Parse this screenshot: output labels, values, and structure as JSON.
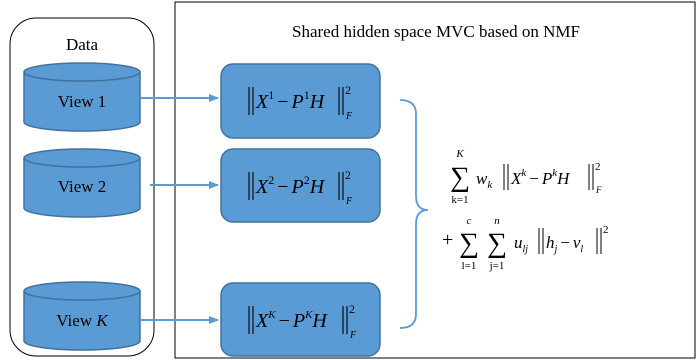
{
  "data_panel": {
    "title": "Data",
    "views": [
      {
        "label": "View 1"
      },
      {
        "label": "View 2"
      },
      {
        "label_prefix": "View ",
        "label_var": "K"
      }
    ]
  },
  "model_panel": {
    "title": "Shared hidden space MVC based on NMF",
    "terms": [
      {
        "X": "X",
        "X_sup": "1",
        "P": "P",
        "P_sup": "1",
        "H": "H",
        "norm_sub": "F",
        "power": "2"
      },
      {
        "X": "X",
        "X_sup": "2",
        "P": "P",
        "P_sup": "2",
        "H": "H",
        "norm_sub": "F",
        "power": "2"
      },
      {
        "X": "X",
        "X_sup": "K",
        "P": "P",
        "P_sup": "K",
        "H": "H",
        "norm_sub": "F",
        "power": "2"
      }
    ],
    "objective": {
      "sum1_upper": "K",
      "sum1_lower": "k=1",
      "w": "w",
      "w_sub": "k",
      "X": "X",
      "X_sup": "k",
      "P": "P",
      "P_sup": "k",
      "H": "H",
      "norm_sub": "F",
      "power1": "2",
      "plus": "+",
      "sum2_upper": "c",
      "sum2_lower": "l=1",
      "sum3_upper": "n",
      "sum3_lower": "j=1",
      "u": "u",
      "u_sub": "lj",
      "h": "h",
      "h_sub": "j",
      "v": "v",
      "v_sub": "l",
      "power2": "2"
    }
  },
  "colors": {
    "box_fill": "#5b9bd5",
    "box_stroke": "#41719c",
    "arrow": "#5b9bd5",
    "brace": "#5b9bd5"
  }
}
